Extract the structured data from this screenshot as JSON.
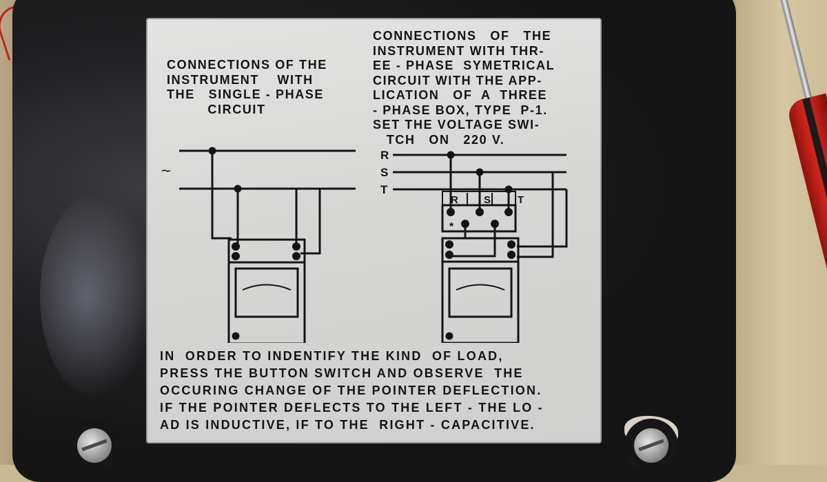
{
  "plate": {
    "left_heading": [
      "CONNECTIONS OF THE",
      "INSTRUMENT    WITH",
      "THE   SINGLE - PHASE",
      "         CIRCUIT"
    ],
    "right_heading": [
      "CONNECTIONS   OF   THE",
      "INSTRUMENT WITH THR-",
      "EE - PHASE  SYMETRICAL",
      "CIRCUIT WITH THE APP-",
      "LICATION   OF  A  THREE",
      "- PHASE BOX, TYPE  P-1.",
      "SET THE VOLTAGE SWI-",
      "   TCH   ON   220 V."
    ],
    "footer": [
      "IN  ORDER TO INDENTIFY THE KIND  OF LOAD,",
      "PRESS THE BUTTON SWITCH AND OBSERVE  THE",
      "OCCURING CHANGE OF THE POINTER DEFLECTION.",
      "IF THE POINTER DEFLECTS TO THE LEFT - THE LO -",
      "AD IS INDUCTIVE, IF TO THE  RIGHT - CAPACITIVE."
    ],
    "single_phase_symbol": "~",
    "phase_labels": [
      "R",
      "S",
      "T"
    ],
    "box_labels": [
      "R",
      "S",
      "T"
    ],
    "star_mark": "*"
  },
  "colors": {
    "plate": "#d8d9d7",
    "ink": "#141414",
    "housing": "#1a1a1b"
  }
}
